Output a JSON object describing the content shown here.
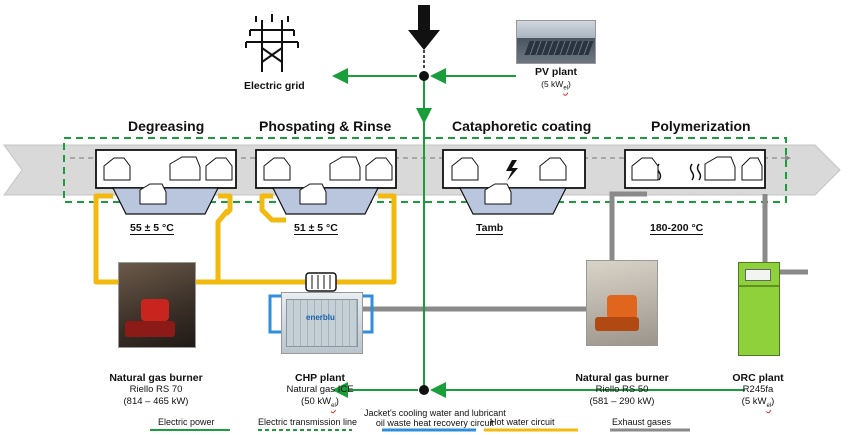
{
  "top": {
    "electric_grid": "Electric grid",
    "pv_plant_title": "PV plant",
    "pv_plant_power": "(5 kW",
    "pv_plant_power_sub": "el",
    "pv_plant_power_end": ")"
  },
  "stages": {
    "degreasing": "Degreasing",
    "phosphating": "Phospating & Rinse",
    "cataphoretic": "Cataphoretic coating",
    "polymerization": "Polymerization"
  },
  "temps": {
    "degreasing": "55 ± 5 °C",
    "phosphating": "51 ± 5 °C",
    "cataphoretic": "Tamb",
    "polymerization": "180-200 °C"
  },
  "equipment": {
    "burner1_title": "Natural gas burner",
    "burner1_model": "Riello RS 70",
    "burner1_power": "(814 – 465 kW)",
    "chp_title": "CHP plant",
    "chp_type": "Natural gas ICE",
    "chp_power": "(50 kW",
    "chp_power_sub": "el",
    "chp_power_end": ")",
    "burner2_title": "Natural gas burner",
    "burner2_model": "Riello RS 50",
    "burner2_power": "(581 – 290 kW)",
    "orc_title": "ORC plant",
    "orc_fluid": "R245fa",
    "orc_power": "(5 kW",
    "orc_power_sub": "el",
    "orc_power_end": ")",
    "chp_brand": "enerblu"
  },
  "legend": {
    "electric_power": "Electric power",
    "transmission_line": "Electric transmission line",
    "jacket_line1": "Jacket's cooling water and lubricant",
    "jacket_line2": "oil waste heat recovery circuit",
    "hot_water": "Hot water circuit",
    "exhaust": "Exhaust gases"
  },
  "colors": {
    "electric": "#1a9e3c",
    "hot_water": "#f2b90f",
    "jacket": "#2f8fdc",
    "exhaust": "#8a8a8a",
    "conveyor": "#d9d9d9",
    "orc_green": "#8fd13a"
  }
}
